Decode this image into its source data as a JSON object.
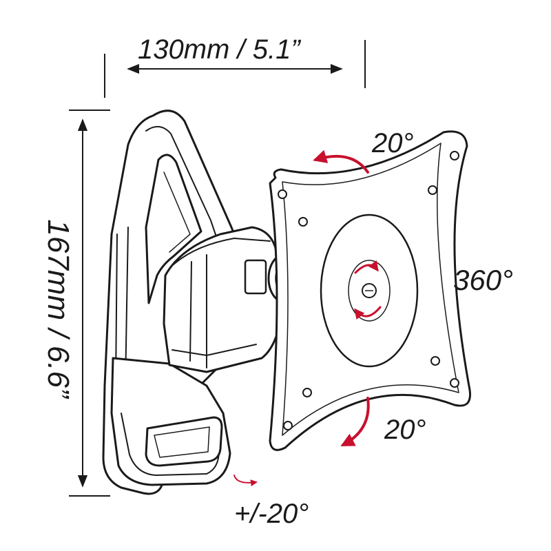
{
  "labels": {
    "width": "130mm / 5.1”",
    "height": "167mm / 6.6”",
    "tilt_top": "20°",
    "rotation": "360°",
    "tilt_bottom": "20°",
    "swivel": "+/-20°"
  },
  "colors": {
    "line": "#1a1a1a",
    "accent": "#c8102e",
    "background": "#ffffff"
  }
}
